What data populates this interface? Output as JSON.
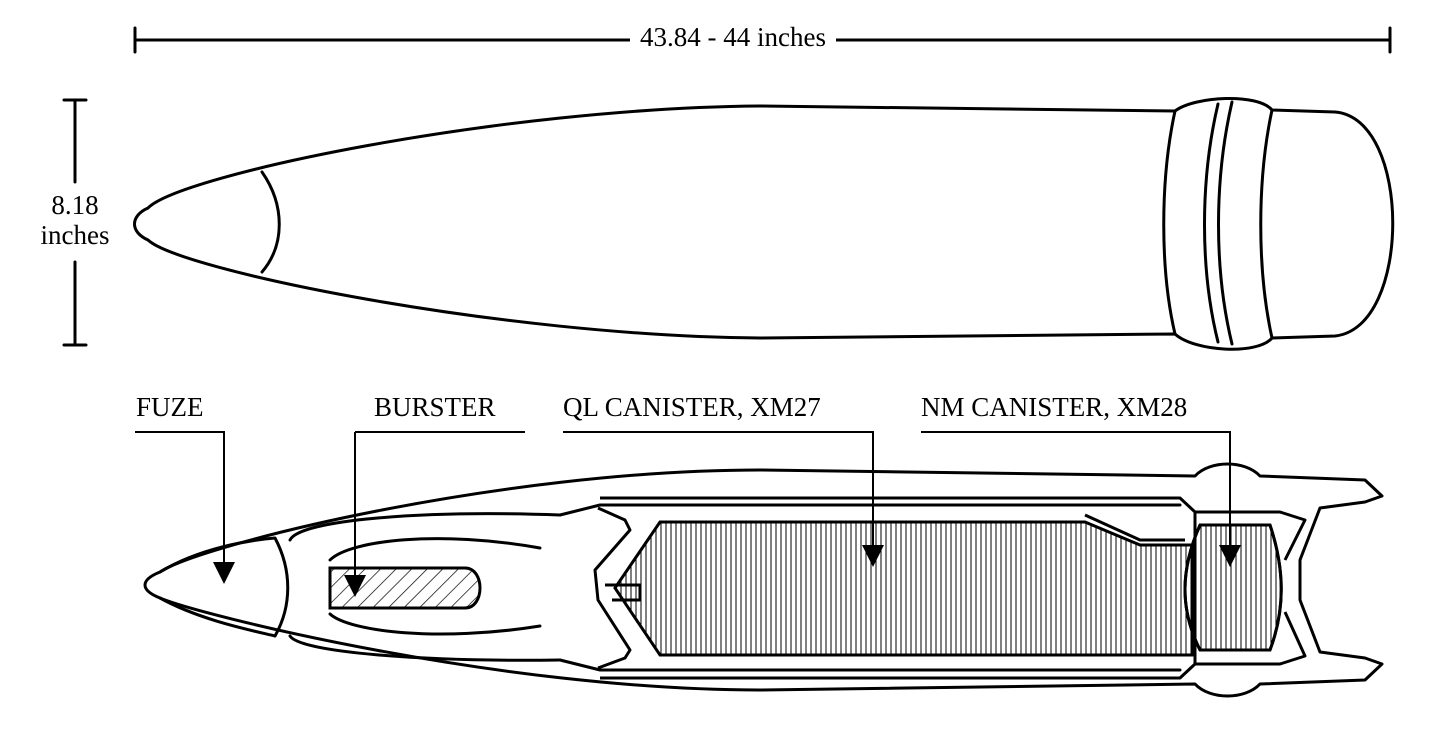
{
  "dimensions": {
    "length_label": "43.84 - 44 inches",
    "diameter_value": "8.18",
    "diameter_unit": "inches"
  },
  "callouts": {
    "fuze": "FUZE",
    "burster": "BURSTER",
    "ql_canister": "QL CANISTER, XM27",
    "nm_canister": "NM CANISTER, XM28"
  }
}
